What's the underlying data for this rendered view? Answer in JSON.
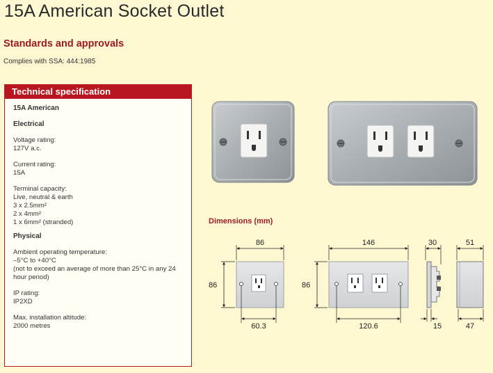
{
  "title": "15A American Socket Outlet",
  "standards": {
    "heading": "Standards and approvals",
    "complies": "Complies with SSA: 444:1985"
  },
  "spec": {
    "header": "Technical specification",
    "product": "15A American",
    "electrical_heading": "Electrical",
    "voltage_label": "Voltage rating:",
    "voltage_value": "127V a.c.",
    "current_label": "Current rating:",
    "current_value": "15A",
    "terminal_label": "Terminal capacity:",
    "terminal_lines": [
      "Live, neutral & earth",
      "3 x 2.5mm²",
      "2 x 4mm²",
      "1 x 6mm² (stranded)"
    ],
    "physical_heading": "Physical",
    "ambient_label": "Ambient operating temperature:",
    "ambient_range": "–5°C to +40°C",
    "ambient_note": "(not to exceed an average of more than 25°C in any 24 hour period)",
    "ip_label": "IP rating:",
    "ip_value": "IP2XD",
    "altitude_label": "Max. installation altitude:",
    "altitude_value": "2000 metres"
  },
  "dimensions": {
    "heading": "Dimensions (mm)",
    "single_width": "86",
    "single_height": "86",
    "single_fixing": "60.3",
    "double_width": "146",
    "double_height": "86",
    "double_fixing": "120.6",
    "side_depth": "30",
    "side_bottom": "15",
    "box_depth": "51",
    "box_bottom": "47"
  },
  "colors": {
    "accent": "#b8171f",
    "heading": "#9c1b22",
    "background": "#fdf8d2"
  }
}
